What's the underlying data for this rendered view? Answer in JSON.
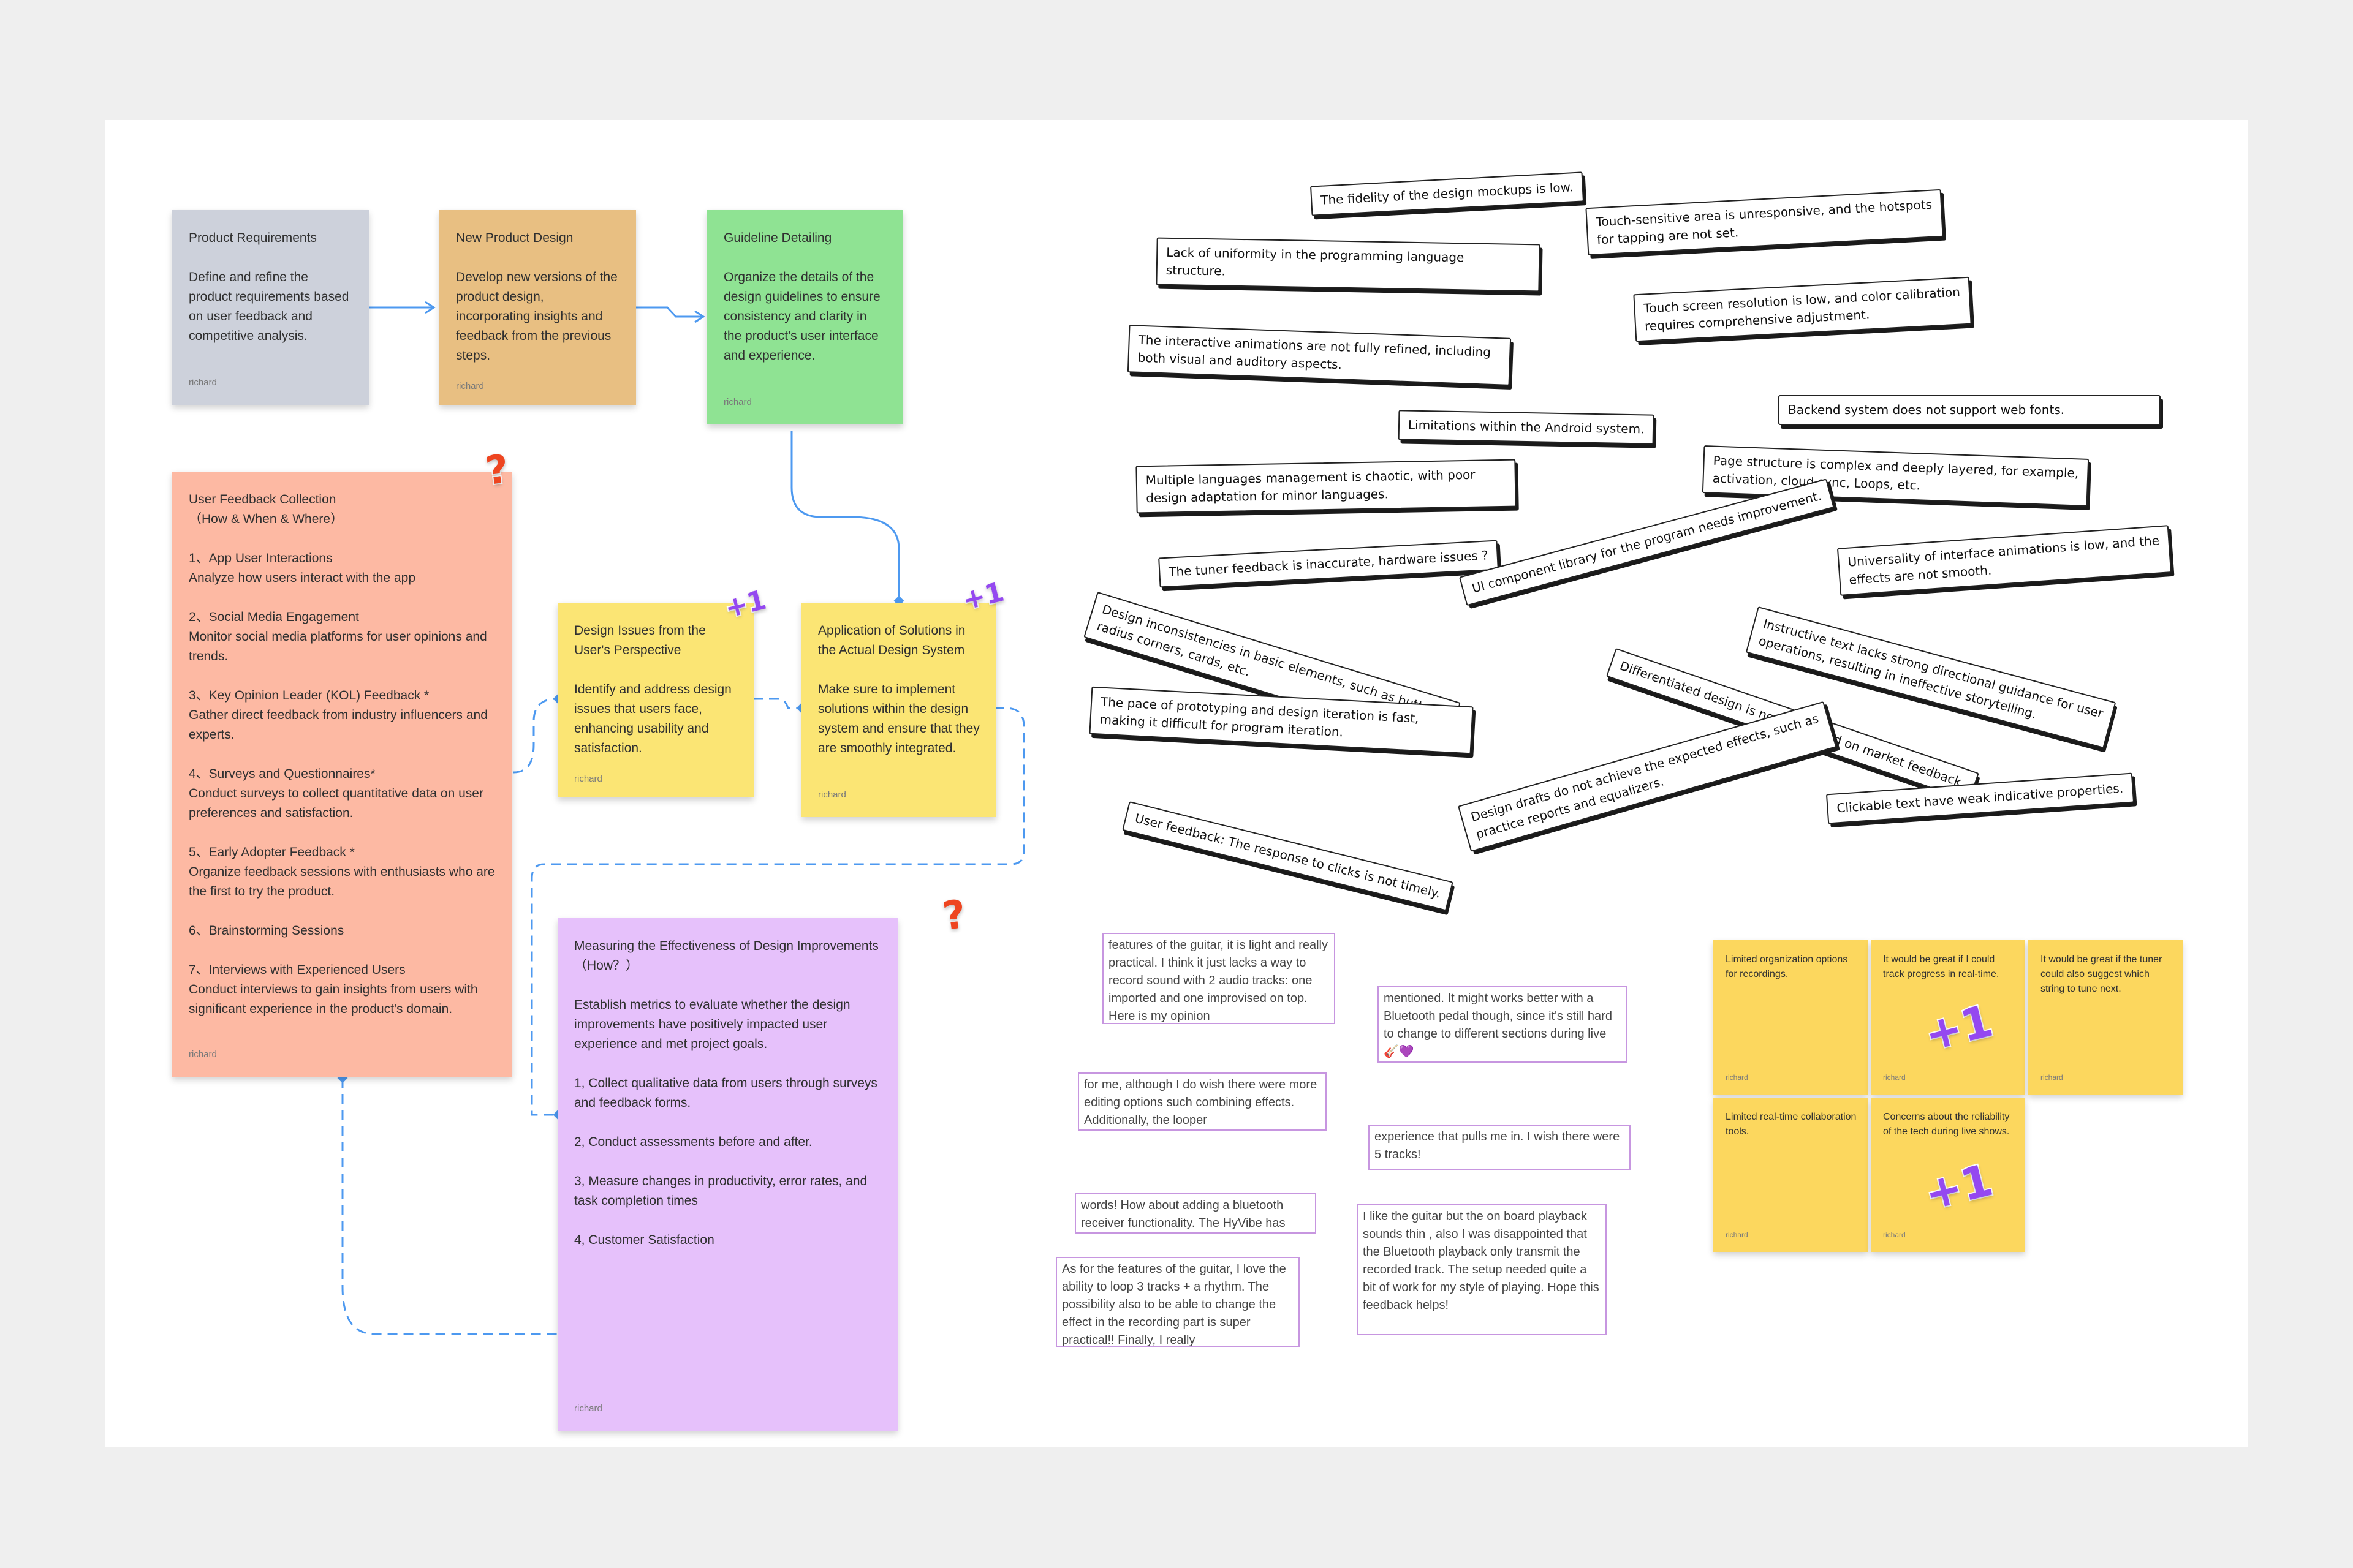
{
  "colors": {
    "gray": "#cdd1db",
    "orange": "#e8bf82",
    "green": "#8fe393",
    "salmon": "#fdb9a3",
    "yellow": "#fbe574",
    "purple": "#e6c1fb",
    "amber": "#fcd75e",
    "connector": "#4d99f0",
    "badge": "#9448f0",
    "question": "#ee4520"
  },
  "flow": {
    "product_requirements": {
      "title": "Product Requirements",
      "body": "Define and refine the product requirements based on user feedback and competitive analysis.",
      "author": "richard"
    },
    "new_product_design": {
      "title": "New Product Design",
      "body": "Develop new versions of the product design, incorporating insights and feedback from the previous steps.",
      "author": "richard"
    },
    "guideline_detailing": {
      "title": "Guideline Detailing",
      "body": "Organize the details of the design guidelines to ensure consistency and clarity in the product's user interface and experience.",
      "author": "richard"
    },
    "user_feedback_collection": {
      "title": "User Feedback Collection\n（How & When & Where）",
      "body": "1、App User Interactions\nAnalyze how users interact with the app\n\n2、Social Media Engagement\nMonitor social media platforms for user opinions and trends.\n\n3、Key Opinion Leader (KOL) Feedback *\nGather direct feedback from industry influencers and experts.\n\n4、Surveys and Questionnaires*\nConduct surveys to collect quantitative data on user preferences and satisfaction.\n\n5、Early Adopter Feedback *\nOrganize feedback sessions with enthusiasts who are the first to try the product.\n\n6、Brainstorming Sessions\n\n7、Interviews with Experienced Users\nConduct interviews to gain insights from users with significant experience in the product's domain.",
      "author": "richard"
    },
    "design_issues": {
      "title": "Design Issues from the User's Perspective",
      "body": "Identify and address design issues that users face, enhancing usability and satisfaction.",
      "author": "richard"
    },
    "application_solutions": {
      "title": "Application of Solutions in the Actual Design System",
      "body": "Make sure to implement solutions within the design system and ensure that they are smoothly integrated.",
      "author": "richard"
    },
    "measuring_effectiveness": {
      "title": "Measuring the Effectiveness of Design Improvements\n（How？）",
      "body": "Establish metrics to evaluate whether the design improvements have positively impacted user experience and met project goals.\n\n1, Collect qualitative data from users through surveys and feedback forms.\n\n2, Conduct assessments before and after.\n\n3, Measure changes in productivity, error rates, and task completion times\n\n4, Customer Satisfaction",
      "author": "richard"
    }
  },
  "stickers": {
    "plus_one": "+1",
    "question": "?"
  },
  "issue_tags": [
    "The fidelity of the design mockups is low.",
    "Touch-sensitive area is unresponsive, and the hotspots\nfor tapping are not set.",
    "Lack of uniformity in the programming language\nstructure.",
    "Touch screen resolution is low, and color calibration\nrequires comprehensive adjustment.",
    "The interactive animations are not fully refined, including\nboth visual and auditory aspects.",
    "Backend system does not support web fonts.",
    "Limitations within the Android system.",
    "Multiple languages management is chaotic, with poor\ndesign adaptation for minor languages.",
    "Page structure is complex and deeply layered, for example,\nactivation, cloud sync, Loops, etc.",
    "The tuner feedback is inaccurate, hardware issues ?",
    "UI component library for the program needs improvement.",
    "Universality of interface animations is low, and the\neffects are not smooth.",
    "Design inconsistencies in basic elements, such as buttons,\nradius corners, cards, etc.",
    "Instructive text lacks strong directional guidance for user\noperations, resulting in ineffective storytelling.",
    "Differentiated design is needed based on market feedback.",
    "The pace of prototyping and design iteration is fast,\nmaking it difficult for program iteration.",
    "Design drafts do not achieve the expected effects, such as\npractice reports and equalizers.",
    "Clickable text have weak indicative properties.",
    "User feedback: The response to clicks is not timely."
  ],
  "feedback_quotes": [
    "features of the guitar, it is light and really practical. I think it just lacks a way to record sound with 2 audio tracks: one imported and one improvised on top. Here is my opinion",
    "mentioned. It might works better with a  Bluetooth pedal though, since it's still hard to change to different sections during live 🎸💜",
    "for me, although I do wish there were more editing options such combining effects. Additionally, the looper",
    "experience that pulls me in. I wish there were 5 tracks!",
    "words! How about adding a bluetooth receiver functionality. The HyVibe has",
    "I like the guitar but the on board playback sounds thin , also I was disappointed that the Bluetooth playback only transmit the recorded track. The setup needed quite a bit of work for my style of playing. Hope this feedback helps!",
    "As for the features of the guitar, I love the ability to loop 3 tracks + a rhythm. The possibility also to be able to change the effect in the recording part is super practical!! Finally, I really"
  ],
  "requests": [
    {
      "text": "Limited organization options for recordings.",
      "author": "richard"
    },
    {
      "text": "It would be great if I could track progress in real-time.",
      "author": "richard"
    },
    {
      "text": "It would be great if the tuner could also suggest which string to tune next.",
      "author": "richard"
    },
    {
      "text": "Limited real-time collaboration tools.",
      "author": "richard"
    },
    {
      "text": "Concerns about the reliability of the tech during live shows.",
      "author": "richard"
    }
  ]
}
